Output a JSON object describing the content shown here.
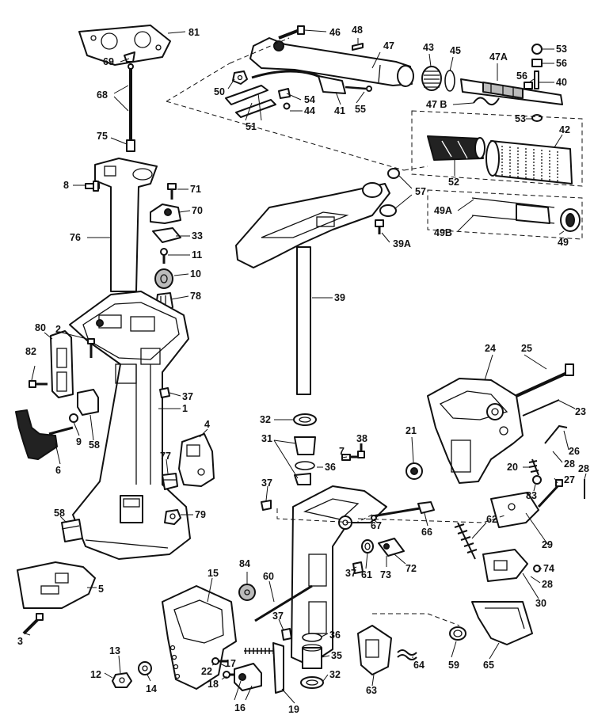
{
  "callouts": [
    {
      "id": "81",
      "text": "81"
    },
    {
      "id": "69",
      "text": "69"
    },
    {
      "id": "68",
      "text": "68"
    },
    {
      "id": "75",
      "text": "75"
    },
    {
      "id": "8",
      "text": "8"
    },
    {
      "id": "71",
      "text": "71"
    },
    {
      "id": "70",
      "text": "70"
    },
    {
      "id": "76",
      "text": "76"
    },
    {
      "id": "33",
      "text": "33"
    },
    {
      "id": "11",
      "text": "11"
    },
    {
      "id": "10",
      "text": "10"
    },
    {
      "id": "78",
      "text": "78"
    },
    {
      "id": "80",
      "text": "80"
    },
    {
      "id": "2",
      "text": "2"
    },
    {
      "id": "82",
      "text": "82"
    },
    {
      "id": "37a",
      "text": "37"
    },
    {
      "id": "1",
      "text": "1"
    },
    {
      "id": "6",
      "text": "6"
    },
    {
      "id": "9",
      "text": "9"
    },
    {
      "id": "58a",
      "text": "58"
    },
    {
      "id": "4",
      "text": "4"
    },
    {
      "id": "77",
      "text": "77"
    },
    {
      "id": "79",
      "text": "79"
    },
    {
      "id": "58b",
      "text": "58"
    },
    {
      "id": "5",
      "text": "5"
    },
    {
      "id": "3",
      "text": "3"
    },
    {
      "id": "15",
      "text": "15"
    },
    {
      "id": "13",
      "text": "13"
    },
    {
      "id": "12",
      "text": "12"
    },
    {
      "id": "14",
      "text": "14"
    },
    {
      "id": "22",
      "text": "22"
    },
    {
      "id": "17",
      "text": "17"
    },
    {
      "id": "18",
      "text": "18"
    },
    {
      "id": "16",
      "text": "16"
    },
    {
      "id": "19",
      "text": "19"
    },
    {
      "id": "46",
      "text": "46"
    },
    {
      "id": "48",
      "text": "48"
    },
    {
      "id": "47",
      "text": "47"
    },
    {
      "id": "43",
      "text": "43"
    },
    {
      "id": "45",
      "text": "45"
    },
    {
      "id": "47A",
      "text": "47A"
    },
    {
      "id": "53a",
      "text": "53"
    },
    {
      "id": "56a",
      "text": "56"
    },
    {
      "id": "56b",
      "text": "56"
    },
    {
      "id": "40",
      "text": "40"
    },
    {
      "id": "47B",
      "text": "47 B"
    },
    {
      "id": "53b",
      "text": "53"
    },
    {
      "id": "50",
      "text": "50"
    },
    {
      "id": "54",
      "text": "54"
    },
    {
      "id": "44",
      "text": "44"
    },
    {
      "id": "41",
      "text": "41"
    },
    {
      "id": "55",
      "text": "55"
    },
    {
      "id": "51",
      "text": "51"
    },
    {
      "id": "42",
      "text": "42"
    },
    {
      "id": "52",
      "text": "52"
    },
    {
      "id": "57",
      "text": "57"
    },
    {
      "id": "49A",
      "text": "49A"
    },
    {
      "id": "49B",
      "text": "49B"
    },
    {
      "id": "49",
      "text": "49"
    },
    {
      "id": "39A",
      "text": "39A"
    },
    {
      "id": "39",
      "text": "39"
    },
    {
      "id": "24",
      "text": "24"
    },
    {
      "id": "25",
      "text": "25"
    },
    {
      "id": "23",
      "text": "23"
    },
    {
      "id": "21",
      "text": "21"
    },
    {
      "id": "26",
      "text": "26"
    },
    {
      "id": "28a",
      "text": "28"
    },
    {
      "id": "20",
      "text": "20"
    },
    {
      "id": "83",
      "text": "83"
    },
    {
      "id": "27",
      "text": "27"
    },
    {
      "id": "28b",
      "text": "28"
    },
    {
      "id": "32a",
      "text": "32"
    },
    {
      "id": "31",
      "text": "31"
    },
    {
      "id": "36a",
      "text": "36"
    },
    {
      "id": "7",
      "text": "7"
    },
    {
      "id": "38",
      "text": "38"
    },
    {
      "id": "37b",
      "text": "37"
    },
    {
      "id": "62",
      "text": "62"
    },
    {
      "id": "67",
      "text": "67"
    },
    {
      "id": "66",
      "text": "66"
    },
    {
      "id": "29",
      "text": "29"
    },
    {
      "id": "37c",
      "text": "37"
    },
    {
      "id": "61",
      "text": "61"
    },
    {
      "id": "73",
      "text": "73"
    },
    {
      "id": "72",
      "text": "72"
    },
    {
      "id": "74",
      "text": "74"
    },
    {
      "id": "28c",
      "text": "28"
    },
    {
      "id": "30",
      "text": "30"
    },
    {
      "id": "84",
      "text": "84"
    },
    {
      "id": "60",
      "text": "60"
    },
    {
      "id": "37d",
      "text": "37"
    },
    {
      "id": "36b",
      "text": "36"
    },
    {
      "id": "35",
      "text": "35"
    },
    {
      "id": "32b",
      "text": "32"
    },
    {
      "id": "63",
      "text": "63"
    },
    {
      "id": "64",
      "text": "64"
    },
    {
      "id": "59",
      "text": "59"
    },
    {
      "id": "65",
      "text": "65"
    }
  ]
}
